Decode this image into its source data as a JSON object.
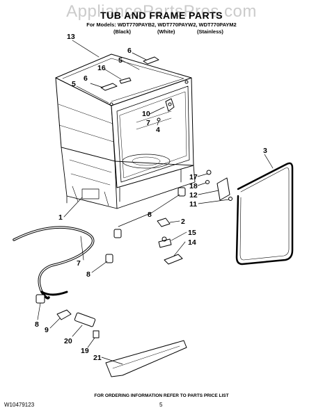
{
  "watermark": "AppliancePartsPros.com",
  "header": {
    "title": "TUB AND FRAME PARTS",
    "models": "For Models: WDT770PAYB2, WDT770PAYW2, WDT770PAYM2",
    "variants": [
      "(Black)",
      "(White)",
      "(Stainless)"
    ]
  },
  "callouts": [
    "13",
    "6",
    "16",
    "5",
    "6",
    "5",
    "10",
    "7",
    "4",
    "3",
    "17",
    "18",
    "12",
    "11",
    "1",
    "8",
    "2",
    "15",
    "14",
    "7",
    "8",
    "8",
    "9",
    "20",
    "19",
    "21"
  ],
  "footer": {
    "notice": "FOR ORDERING INFORMATION REFER TO PARTS PRICE LIST",
    "doc_number": "W10479123",
    "page": "5"
  },
  "colors": {
    "line": "#000000",
    "watermark": "#8c8c8c"
  }
}
